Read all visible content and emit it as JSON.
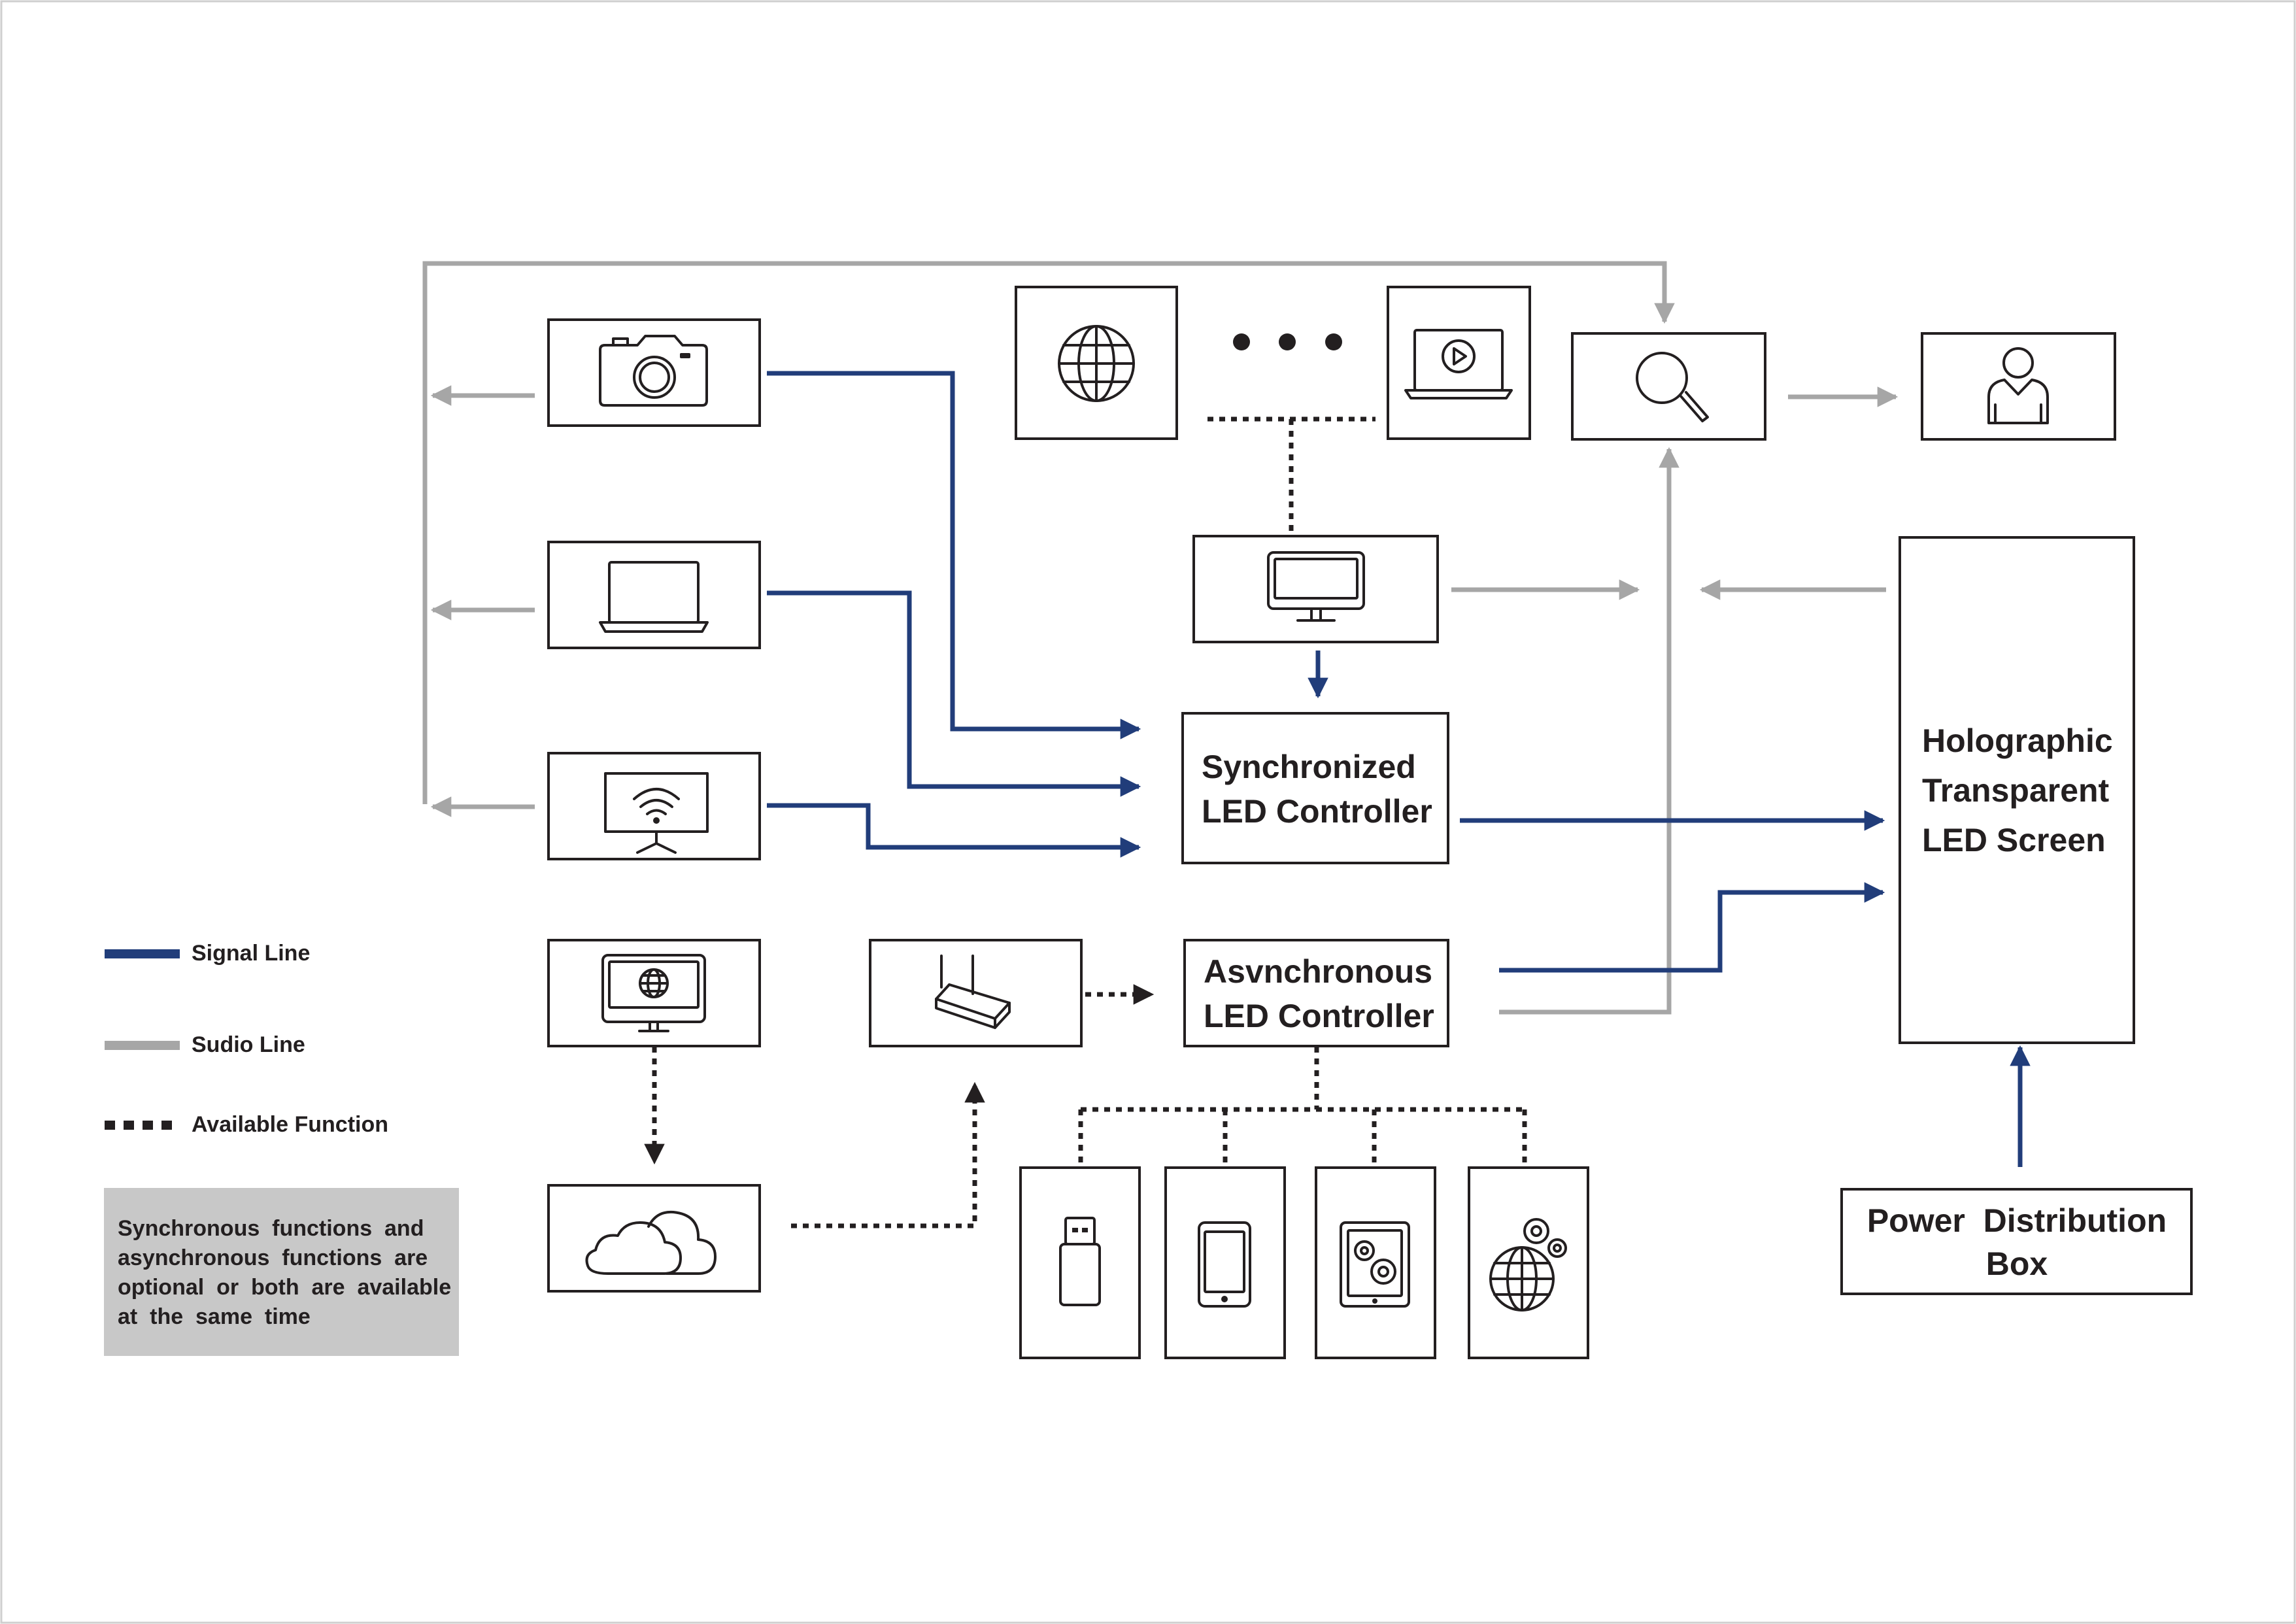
{
  "colors": {
    "signal": "#213d7a",
    "audio": "#a6a6a6",
    "available": "#231f20",
    "note_bg": "#c8c8c8"
  },
  "nodes": {
    "synchronized_controller": [
      "Synchronized",
      "LED Controller"
    ],
    "asynchronous_controller": [
      "Asvnchronous",
      "LED Controller"
    ],
    "holographic_screen": [
      "Holographic",
      "Transparent",
      "LED Screen"
    ],
    "power_box": [
      "Power  Distribution",
      "Box"
    ]
  },
  "icons": {
    "camera": "camera-icon",
    "laptop_source": "laptop-icon",
    "wifi_tv": "wifi-tv-icon",
    "web_monitor": "web-monitor-icon",
    "cloud": "cloud-icon",
    "router": "router-icon",
    "globe": "globe-icon",
    "ellipsis": "ellipsis-icon",
    "video_laptop": "video-laptop-icon",
    "monitor": "monitor-icon",
    "search": "search-icon",
    "person": "person-icon",
    "usb": "usb-drive-icon",
    "phone": "phone-icon",
    "tablet_settings": "tablet-settings-icon",
    "globe_settings": "globe-settings-icon"
  },
  "legend": {
    "signal_line": "Signal Line",
    "audio_line": "Sudio Line",
    "available_function": "Available Function"
  },
  "note": {
    "lines": [
      "Synchronous  functions  and",
      "asynchronous  functions  are",
      "optional  or  both  are  available",
      "at  the  same  time"
    ]
  }
}
